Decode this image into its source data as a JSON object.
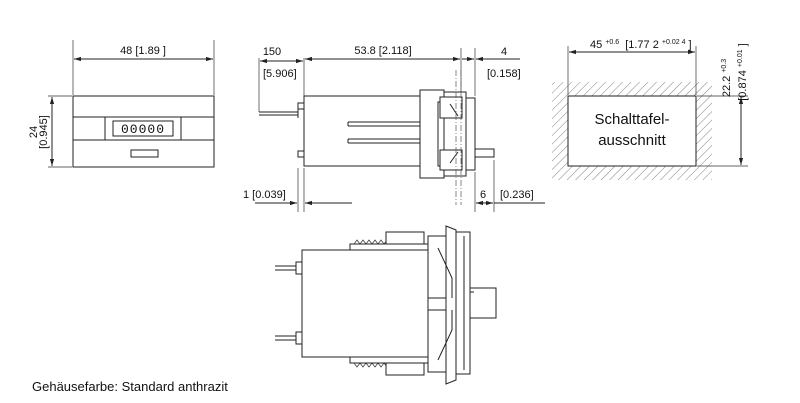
{
  "front_view": {
    "width_label": "48 [1.89  ]",
    "height_label_mm": "24",
    "height_label_in": "[0.945]",
    "digits": "00000"
  },
  "side_view": {
    "pin_length_mm": "150",
    "pin_length_in": "[5.906]",
    "body_length": "53.8 [2.118]",
    "bezel_mm": "4",
    "bezel_in": "[0.158]",
    "pin_offset": "1 [0.039]",
    "shaft_mm": "6",
    "shaft_in": "[0.236]"
  },
  "cutout": {
    "width_main": "45",
    "width_tol": "+0.6",
    "width_inch": "[1.77 2",
    "width_inch_tol": "+0.02 4",
    "width_inch_close": "]",
    "height_main": "22.2",
    "height_tol": "+0.3",
    "height_inch": "[0.874",
    "height_inch_tol": "+0.01",
    "height_inch_close": "]",
    "label_line1": "Schalttafel-",
    "label_line2": "ausschnitt"
  },
  "caption": "Gehäusefarbe: Standard anthrazit"
}
